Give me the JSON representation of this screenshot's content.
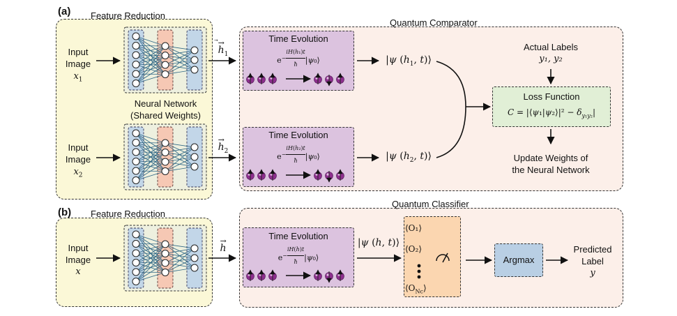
{
  "panel_a": {
    "label": "(a)",
    "feature_reduction_title": "Feature Reduction",
    "comparator_title": "Quantum Comparator",
    "input1": {
      "line1": "Input",
      "line2": "Image",
      "var": "x",
      "sub": "1"
    },
    "input2": {
      "line1": "Input",
      "line2": "Image",
      "var": "x",
      "sub": "2"
    },
    "nn_label_line1": "Neural Network",
    "nn_label_line2": "(Shared Weights)",
    "h1": {
      "var": "h",
      "sub": "1"
    },
    "h2": {
      "var": "h",
      "sub": "2"
    },
    "time_evolution_1": "Time Evolution",
    "time_evolution_2": "Time Evolution",
    "psi_out_1": {
      "sub": "1"
    },
    "psi_out_2": {
      "sub": "2"
    },
    "actual_labels_title": "Actual Labels",
    "actual_labels_values": "y₁, y₂",
    "loss_title": "Loss Function",
    "update_line1": "Update Weights of",
    "update_line2": "the Neural Network"
  },
  "panel_b": {
    "label": "(b)",
    "feature_reduction_title": "Feature Reduction",
    "classifier_title": "Quantum Classifier",
    "input": {
      "line1": "Input",
      "line2": "Image",
      "var": "x"
    },
    "h": {
      "var": "h"
    },
    "time_evolution": "Time Evolution",
    "observables": [
      "⟨O₁⟩",
      "⟨O₂⟩",
      "⟨O"
    ],
    "observable_last_sub": "Nc",
    "argmax": "Argmax",
    "predicted_line1": "Predicted",
    "predicted_line2": "Label",
    "predicted_var": "y"
  },
  "colors": {
    "feature_bg": "#fbf8d7",
    "comparator_bg": "#fcefe9",
    "time_evolution_bg": "#dcc3df",
    "loss_bg": "#e1efd6",
    "observables_bg": "#fbd6b0",
    "argmax_bg": "#b9cfe4",
    "nn_outer_bg": "#eef0df",
    "nn_layer_blue": "#c2d6e8",
    "nn_layer_orange": "#f6c8b4",
    "qubit": "#8e2f8e",
    "edge": "#2c6584"
  }
}
